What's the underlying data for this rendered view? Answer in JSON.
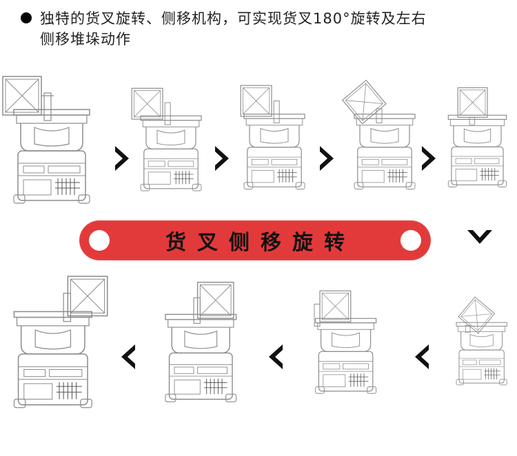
{
  "intro": {
    "line1": "独特的货叉旋转、侧移机构，可实现货叉180°旋转及左右",
    "line2": "侧移堆垛动作"
  },
  "banner": {
    "title": "货叉侧移旋转"
  },
  "colors": {
    "banner": "#e23a3a",
    "line_art": "#8c8c8c",
    "arrow": "#111111"
  },
  "icons": [
    "chevron-right-icon",
    "chevron-down-icon",
    "chevron-left-icon"
  ],
  "sequence": {
    "top_row_stages": 5,
    "bottom_row_stages": 4
  }
}
